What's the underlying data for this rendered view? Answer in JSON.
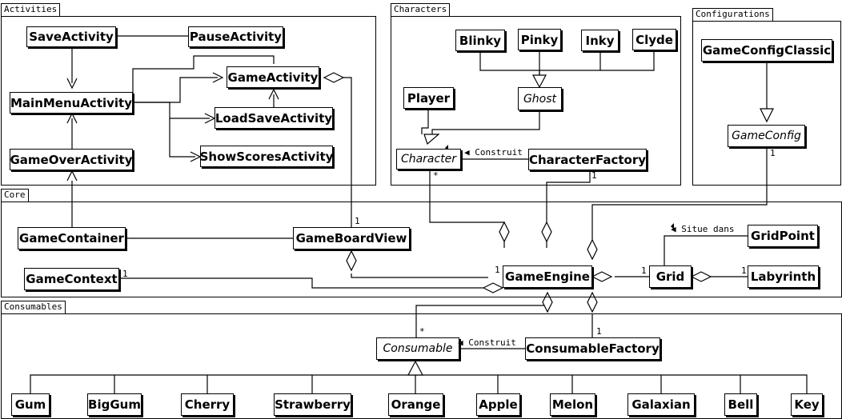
{
  "packages": {
    "activities": "Activities",
    "characters": "Characters",
    "configurations": "Configurations",
    "core": "Core",
    "consumables": "Consumables"
  },
  "classes": {
    "save_activity": "SaveActivity",
    "pause_activity": "PauseActivity",
    "game_activity": "GameActivity",
    "main_menu_activity": "MainMenuActivity",
    "load_save_activity": "LoadSaveActivity",
    "game_over_activity": "GameOverActivity",
    "show_scores_activity": "ShowScoresActivity",
    "blinky": "Blinky",
    "pinky": "Pinky",
    "inky": "Inky",
    "clyde": "Clyde",
    "player": "Player",
    "ghost": "Ghost",
    "character": "Character",
    "character_factory": "CharacterFactory",
    "game_config_classic": "GameConfigClassic",
    "game_config": "GameConfig",
    "game_container": "GameContainer",
    "game_board_view": "GameBoardView",
    "game_context": "GameContext",
    "game_engine": "GameEngine",
    "grid": "Grid",
    "grid_point": "GridPoint",
    "labyrinth": "Labyrinth",
    "consumable": "Consumable",
    "consumable_factory": "ConsumableFactory",
    "gum": "Gum",
    "big_gum": "BigGum",
    "cherry": "Cherry",
    "strawberry": "Strawberry",
    "orange": "Orange",
    "apple": "Apple",
    "melon": "Melon",
    "galaxian": "Galaxian",
    "bell": "Bell",
    "key": "Key"
  },
  "labels": {
    "construit_character": "◀ Construit",
    "construit_consumable": "◀ Construit",
    "situe_dans": "◀ Situe dans",
    "mult_character": "*",
    "mult_character_factory": "1",
    "mult_game_config": "1",
    "mult_game_board_view": "1",
    "mult_game_context": "1",
    "mult_engine": "1",
    "mult_grid_left": "1",
    "mult_labyrinth": "1",
    "mult_consumable": "*",
    "mult_consumable_factory": "1"
  }
}
